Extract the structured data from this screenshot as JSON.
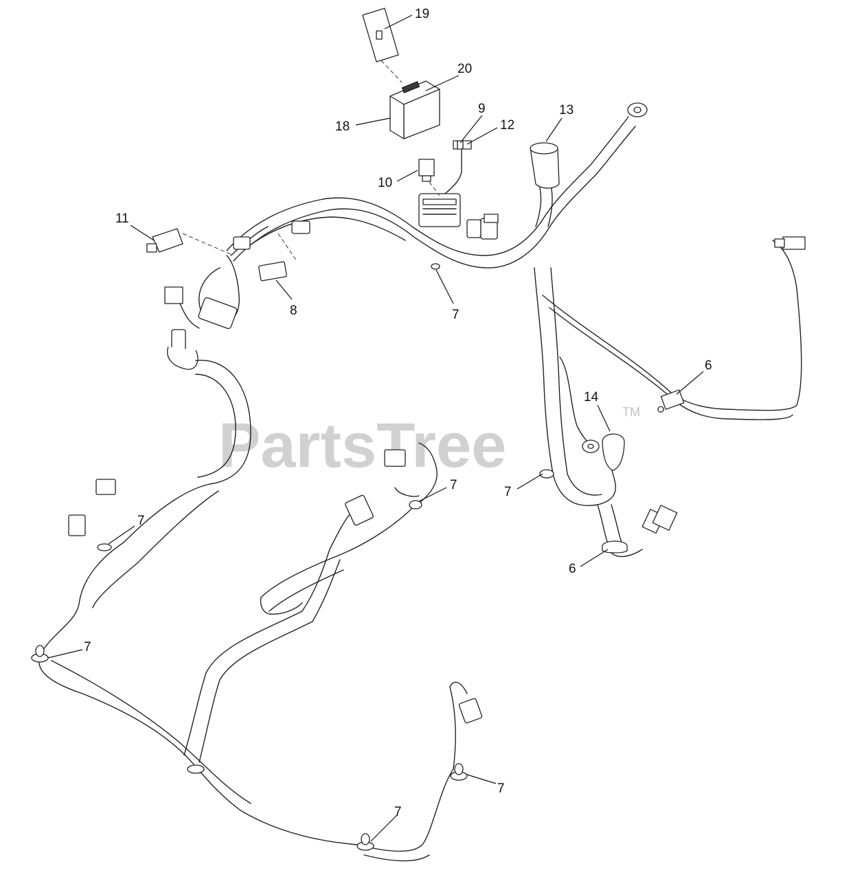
{
  "watermark": {
    "text": "PartsTree",
    "trademark": "TM"
  },
  "callouts": [
    "19",
    "20",
    "18",
    "9",
    "12",
    "13",
    "10",
    "11",
    "8",
    "7",
    "6",
    "14",
    "7",
    "7",
    "6",
    "7",
    "7",
    "7",
    "7"
  ],
  "colors": {
    "line": "#222222",
    "background": "#ffffff",
    "watermark": "#9a9a9a"
  }
}
